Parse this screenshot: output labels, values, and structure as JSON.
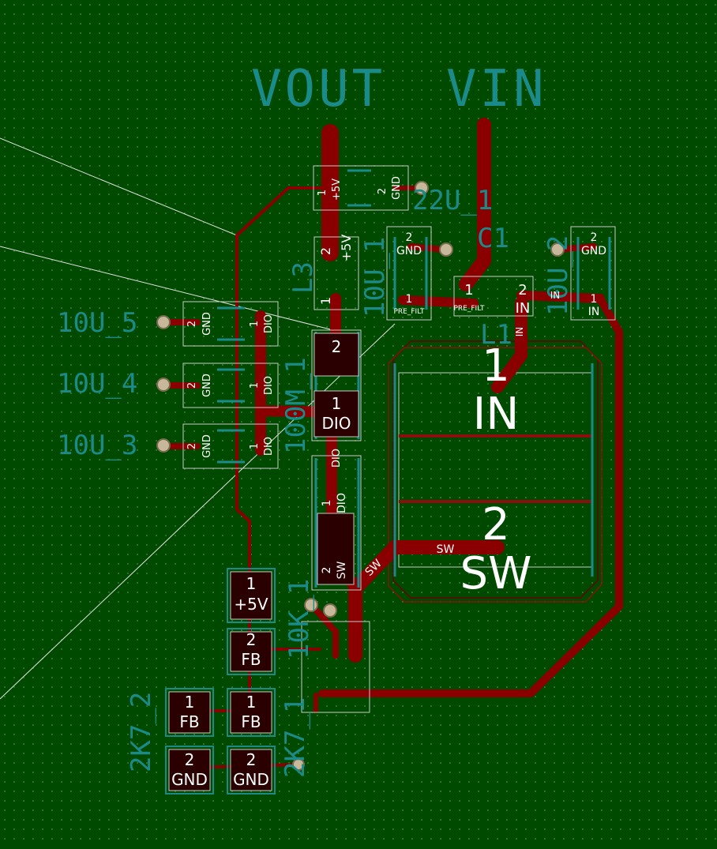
{
  "nets": {
    "vout": "VOUT",
    "vin": "VIN"
  },
  "refs": {
    "c22u_1": "22U_1",
    "c1": "C1",
    "l3": "L3",
    "c10u_1": "10U_1",
    "c10u_2": "10U_2",
    "l1": "L1",
    "c10u_5": "10U_5",
    "c10u_4": "10U_4",
    "c10u_3": "10U_3",
    "r100m_1": "100M_1",
    "r10k_1": "10K_1",
    "r2k7_1": "2K7_1",
    "r2k7_2": "2K7_2"
  },
  "pads": {
    "c22_p1_num": "1",
    "c22_p1_net": "+5V",
    "c22_p2_num": "2",
    "c22_p2_net": "GND",
    "l3_p2_num": "2",
    "l3_p2_net": "+5V",
    "l3_p1_num": "1",
    "c10u1_p2_num": "2",
    "c10u1_p2_net": "GND",
    "c10u1_p1_num": "1",
    "c10u1_p1_net": "PRE_FILT",
    "c1_p1_num": "1",
    "c1_p1_net": "PRE_FILT",
    "c1_p2_num": "2",
    "c1_p2_net": "IN",
    "c10u2_p2_num": "2",
    "c10u2_p2_net": "GND",
    "c10u2_p1_num": "1",
    "c10u2_p1_net": "IN",
    "l1_p1_num": "1",
    "l1_p1_net": "IN",
    "l1_p2_num": "2",
    "l1_p2_net": "SW",
    "c5_p2_num": "2",
    "c5_p2_net": "GND",
    "c5_p1_num": "1",
    "c5_p1_net": "DIO",
    "c4_p2_num": "2",
    "c4_p2_net": "GND",
    "c4_p1_num": "1",
    "c4_p1_net": "DIO",
    "c3_p2_num": "2",
    "c3_p2_net": "GND",
    "c3_p1_num": "1",
    "c3_p1_net": "DIO",
    "r100m_p2_num": "2",
    "r100m_p1_num": "1",
    "r100m_p1_net": "DIO",
    "d_p1_num": "1",
    "d_p1_net": "DIO",
    "d_net_top": "DIO",
    "d_p2_num": "2",
    "d_p2_net": "SW",
    "sw_trace_label": "SW",
    "sw_trace_label2": "SW",
    "in_trace_label": "IN",
    "in_trace_label2": "IN",
    "r10k_p1_num": "1",
    "r10k_p1_net": "+5V",
    "r10k_p2_num": "2",
    "r10k_p2_net": "FB",
    "r2k7_1_p1_num": "1",
    "r2k7_1_p1_net": "FB",
    "r2k7_1_p2_num": "2",
    "r2k7_1_p2_net": "GND",
    "r2k7_2_p1_num": "1",
    "r2k7_2_p1_net": "FB",
    "r2k7_2_p2_num": "2",
    "r2k7_2_p2_net": "GND"
  },
  "colors": {
    "board": "#004a00",
    "copper": "#8a0000",
    "silkscreen": "#1a8a8a",
    "pad_text": "#ffffff",
    "outline": "#c8c8c8"
  }
}
